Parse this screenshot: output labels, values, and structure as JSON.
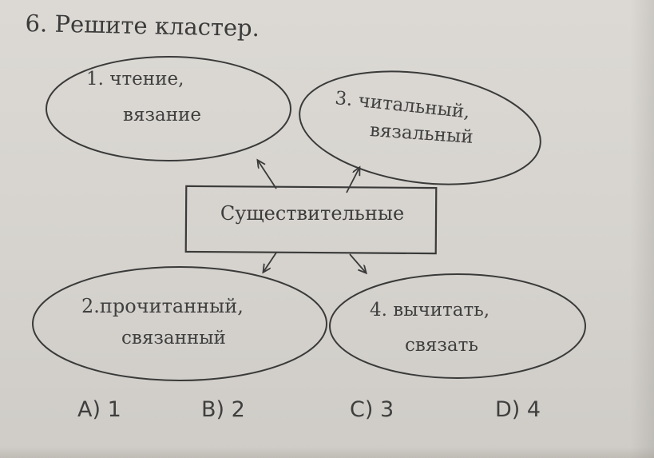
{
  "task": {
    "title": "6. Решите кластер."
  },
  "cluster": {
    "center": "Существительные",
    "top_left": {
      "line1": "1. чтение,",
      "line2": "вязание"
    },
    "top_right": {
      "line1": "3. читальный,",
      "line2": "вязальный"
    },
    "bottom_left": {
      "line1": "2.прочитанный,",
      "line2": "связанный"
    },
    "bottom_right": {
      "line1": "4. вычитать,",
      "line2": "связать"
    }
  },
  "answers": {
    "a": "A) 1",
    "b": "B) 2",
    "c": "C) 3",
    "d": "D) 4"
  }
}
